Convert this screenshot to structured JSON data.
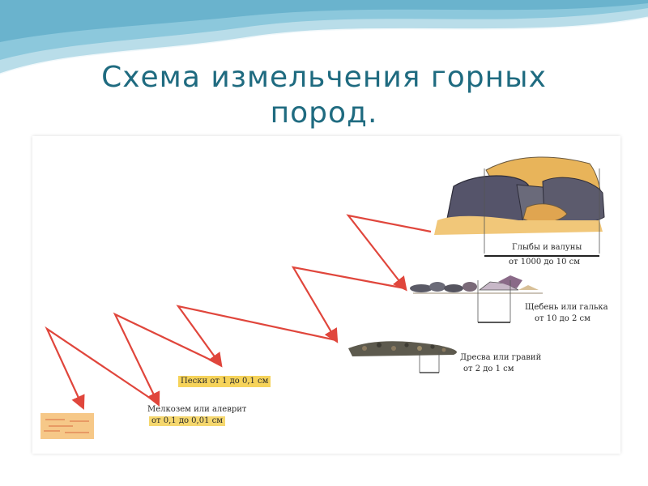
{
  "title": "Схема измельчения горных пород.",
  "labels": {
    "blocks_name": "Глыбы и валуны",
    "blocks_range": "от 1000 до 10 см",
    "rubble_name": "Щебень или галька",
    "rubble_range": "от 10 до 2 см",
    "gravel_name": "Дресва или гравий",
    "gravel_range": "от 2 до 1 см",
    "sand": "Пески от 1 до 0,1 см",
    "silt_name": "Мелкозем или алеврит",
    "silt_range": "от 0,1 до 0,01 см"
  },
  "colors": {
    "arrow": "#e0463c",
    "rock_dark": "#4a4a5c",
    "rock_ochre": "#e8b45a",
    "sand": "#f3c86a",
    "title": "#1f6b80"
  }
}
